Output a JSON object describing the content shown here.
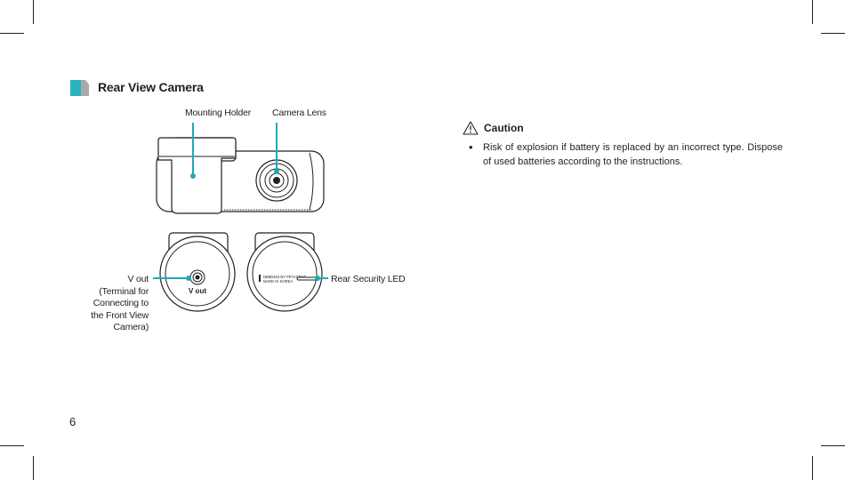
{
  "section": {
    "title": "Rear View Camera"
  },
  "labels": {
    "mounting_holder": "Mounting Holder",
    "camera_lens": "Camera Lens",
    "v_out_callout": [
      "V out",
      "(Terminal for",
      "Connecting to",
      "the Front View",
      "Camera)"
    ],
    "rear_security_led": "Rear Security LED"
  },
  "device_text": {
    "v_out_port": "V out",
    "label_line1": "DB8D463 BY PETAGENT",
    "label_line2": "MADE IN KOREA"
  },
  "caution": {
    "title": "Caution",
    "items": [
      "Risk of explosion if battery is replaced by an incorrect type. Dispose of used batteries according to the instructions."
    ]
  },
  "page_number": "6",
  "colors": {
    "callout": "#1fa9b6",
    "text": "#231f20",
    "icon_teal": "#2ab3bf",
    "icon_gray": "#a7a9ac"
  },
  "icons": {
    "section": "section-marker-icon",
    "caution": "warning-triangle-icon"
  }
}
